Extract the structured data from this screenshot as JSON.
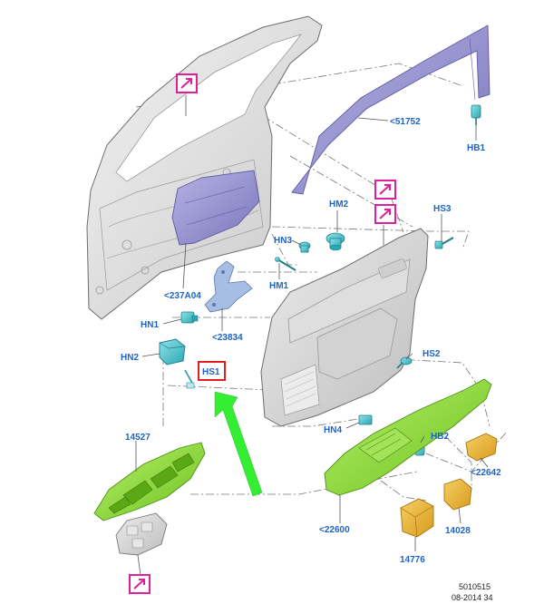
{
  "labels": {
    "hb1": "HB1",
    "p51752": "<51752",
    "hm2": "HM2",
    "hs3": "HS3",
    "hn3": "HN3",
    "hm1": "HM1",
    "p237a04": "<237A04",
    "hn1": "HN1",
    "p23834": "<23834",
    "hn2": "HN2",
    "hs1": "HS1",
    "hs2": "HS2",
    "hn4": "HN4",
    "hb2": "HB2",
    "p22642": "<22642",
    "p14527": "14527",
    "p22600": "<22600",
    "p14028": "14028",
    "p14776": "14776"
  },
  "footer": {
    "code": "5010515",
    "date": "08-2014 34"
  },
  "colors": {
    "label_blue": "#1e64c8",
    "callout_magenta": "#e0209a",
    "highlight_red": "#e02020",
    "arrow_green": "#33ee33",
    "panel_purple": "#8c88c8",
    "clip_teal": "#3ec0c8",
    "trim_green": "#8ed83a",
    "part_gold": "#e8b43a"
  },
  "icons": [
    "external-link-callout-icon",
    "green-pointer-arrow"
  ]
}
